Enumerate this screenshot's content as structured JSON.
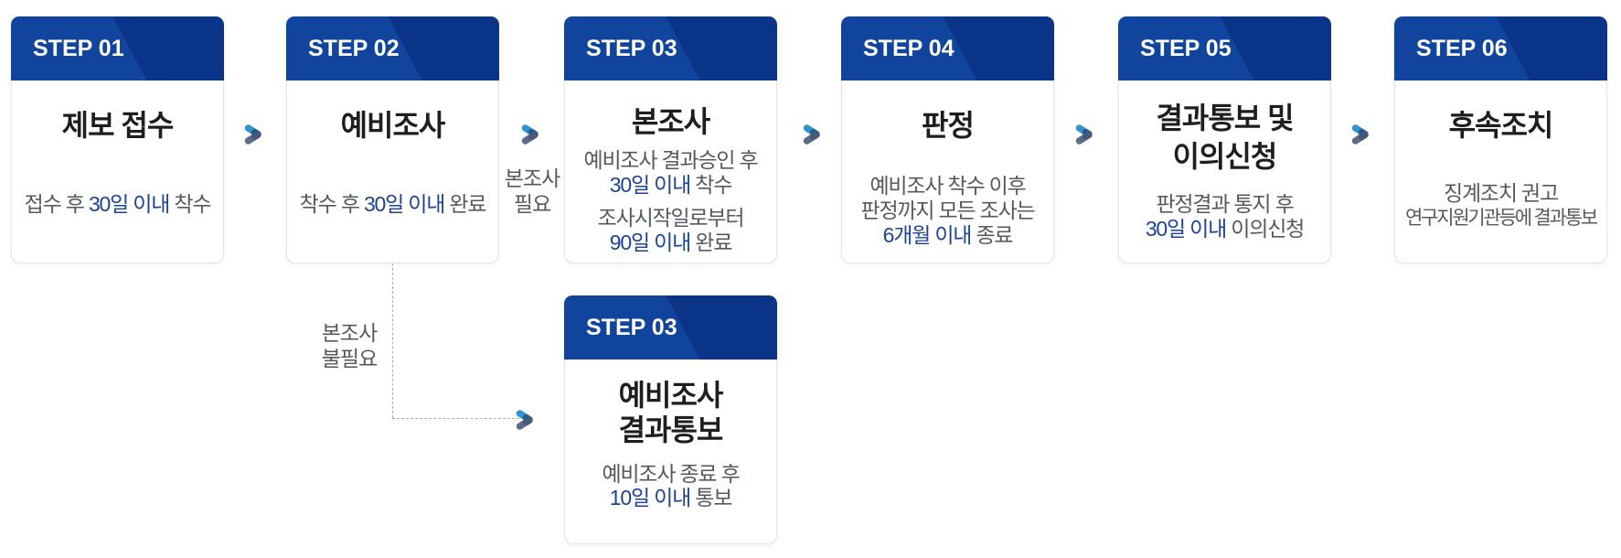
{
  "colors": {
    "header_blue": "#10449d",
    "header_blue_dark": "#0a3487",
    "accent_text_blue": "#1c4396",
    "desc_gray": "#55595f",
    "title_black": "#1e1e1e",
    "arrow_light_blue": "#2f93d0",
    "arrow_slate": "#5c6b88",
    "arrow_overlap_navy": "#265a86",
    "arrow_overlap_slate": "#47587a",
    "card_border": "#e4e4e4",
    "dash_gray": "#adadad"
  },
  "steps": [
    {
      "step_label": "STEP 01",
      "title_lines": [
        "제보 접수"
      ],
      "desc": [
        [
          {
            "t": "접수 후 "
          },
          {
            "t": "30일 이내",
            "b": true
          },
          {
            "t": " 착수"
          }
        ]
      ]
    },
    {
      "step_label": "STEP 02",
      "title_lines": [
        "예비조사"
      ],
      "desc": [
        [
          {
            "t": "착수 후 "
          },
          {
            "t": "30일 이내",
            "b": true
          },
          {
            "t": " 완료"
          }
        ]
      ]
    },
    {
      "step_label": "STEP 03",
      "title_lines": [
        "본조사"
      ],
      "desc": [
        [
          {
            "t": "예비조사 결과승인 후"
          }
        ],
        [
          {
            "t": "30일 이내",
            "b": true
          },
          {
            "t": " 착수"
          }
        ],
        [
          {
            "t": "조사시작일로부터"
          }
        ],
        [
          {
            "t": "90일 이내",
            "b": true
          },
          {
            "t": " 완료"
          }
        ]
      ]
    },
    {
      "step_label": "STEP 04",
      "title_lines": [
        "판정"
      ],
      "desc": [
        [
          {
            "t": "예비조사 착수 이후"
          }
        ],
        [
          {
            "t": "판정까지 모든 조사는"
          }
        ],
        [
          {
            "t": "6개월 이내",
            "b": true
          },
          {
            "t": " 종료"
          }
        ]
      ]
    },
    {
      "step_label": "STEP 05",
      "title_lines": [
        "결과통보 및",
        "이의신청"
      ],
      "desc": [
        [
          {
            "t": "판정결과 통지 후"
          }
        ],
        [
          {
            "t": "30일 이내",
            "b": true
          },
          {
            "t": " 이의신청"
          }
        ]
      ]
    },
    {
      "step_label": "STEP 06",
      "title_lines": [
        "후속조치"
      ],
      "desc": [
        [
          {
            "t": "징계조치 권고"
          }
        ],
        [
          {
            "t": "연구지원기관등에 결과통보"
          }
        ]
      ]
    }
  ],
  "branch_step": {
    "step_label": "STEP 03",
    "title_lines": [
      "예비조사",
      "결과통보"
    ],
    "desc": [
      [
        {
          "t": "예비조사 종료 후"
        }
      ],
      [
        {
          "t": "10일 이내",
          "b": true
        },
        {
          "t": " 통보"
        }
      ]
    ]
  },
  "labels": {
    "investigation_needed": [
      "본조사",
      "필요"
    ],
    "investigation_not_needed": [
      "본조사",
      "불필요"
    ]
  }
}
